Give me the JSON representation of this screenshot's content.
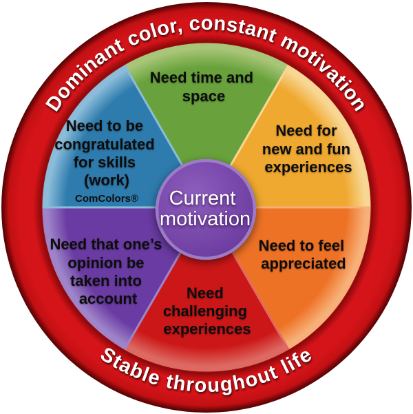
{
  "wheel": {
    "ring": {
      "top_text": "Dominant color, constant motivation",
      "bottom_text": "Stable throughout life",
      "color": "#c21013",
      "bright": "#d51419",
      "dark": "#8d090b",
      "rim_dark": "#6b0507",
      "darker": "#550405",
      "text_color": "#ffffff"
    },
    "center": {
      "line1": "Current",
      "line2": "motivation",
      "fill": "#7b4aad",
      "fill_light": "#8d5fbd",
      "fill_dark": "#6a3c9d",
      "rim": "#9d7cc7",
      "text_color": "#ffffff"
    },
    "label_color": "#0d0d0d",
    "segments": [
      {
        "name": "green",
        "position": "top",
        "color": "#69a23c",
        "edge": "#a9c678",
        "lines": [
          "Need time and",
          "space"
        ]
      },
      {
        "name": "yellow",
        "position": "top-right",
        "color": "#f0a930",
        "edge": "#f8d795",
        "lines": [
          "Need for",
          "new and fun",
          "experiences"
        ]
      },
      {
        "name": "orange",
        "position": "bottom-right",
        "color": "#ee7226",
        "edge": "#f7b078",
        "lines": [
          "Need to feel",
          "appreciated"
        ]
      },
      {
        "name": "red",
        "position": "bottom",
        "color": "#cc1718",
        "edge": "#dd6a62",
        "lines": [
          "Need",
          "challenging",
          "experiences"
        ]
      },
      {
        "name": "purple",
        "position": "bottom-left",
        "color": "#6a3ba3",
        "edge": "#9f84c9",
        "lines": [
          "Need that one’s",
          "opinion be",
          "taken into",
          "account"
        ]
      },
      {
        "name": "blue",
        "position": "top-left",
        "color": "#2e7bad",
        "edge": "#8bbcd9",
        "lines": [
          "Need to be",
          "congratulated",
          "for skills",
          "(work)"
        ],
        "brand": "ComColors®"
      }
    ]
  }
}
